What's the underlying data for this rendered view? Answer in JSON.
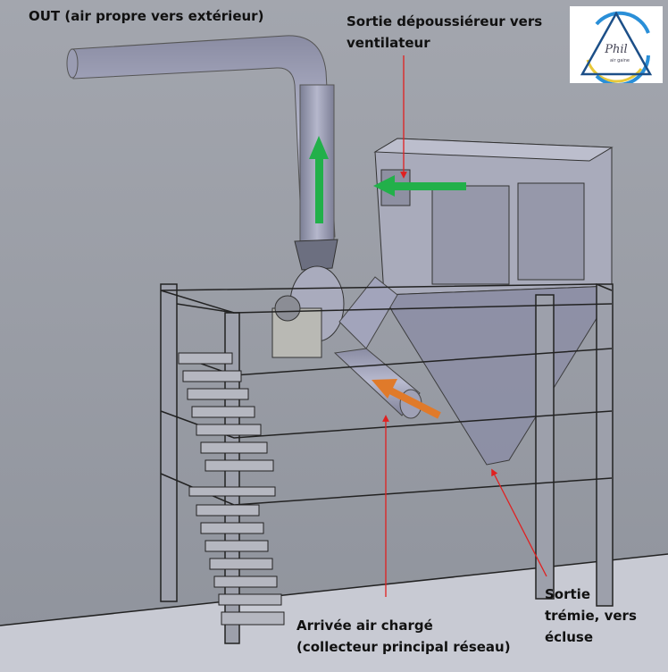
{
  "title": "Installation dépoussiéreur",
  "labels": {
    "out": "OUT (air propre vers extérieur)",
    "outlet_line1": "Sortie dépoussiéreur vers",
    "outlet_line2": "ventilateur",
    "inlet_line1": "Arrivée air chargé",
    "inlet_line2": "(collecteur principal réseau)",
    "hopper_line1": "Sortie",
    "hopper_line2": "trémie, vers",
    "hopper_line3": "écluse"
  },
  "logo": {
    "text": "Phil",
    "subtext": "air gaine"
  },
  "colors": {
    "clean_air_arrow": "#22b04a",
    "dirty_air_arrow": "#e07a2a",
    "leader_line": "#e02020"
  }
}
